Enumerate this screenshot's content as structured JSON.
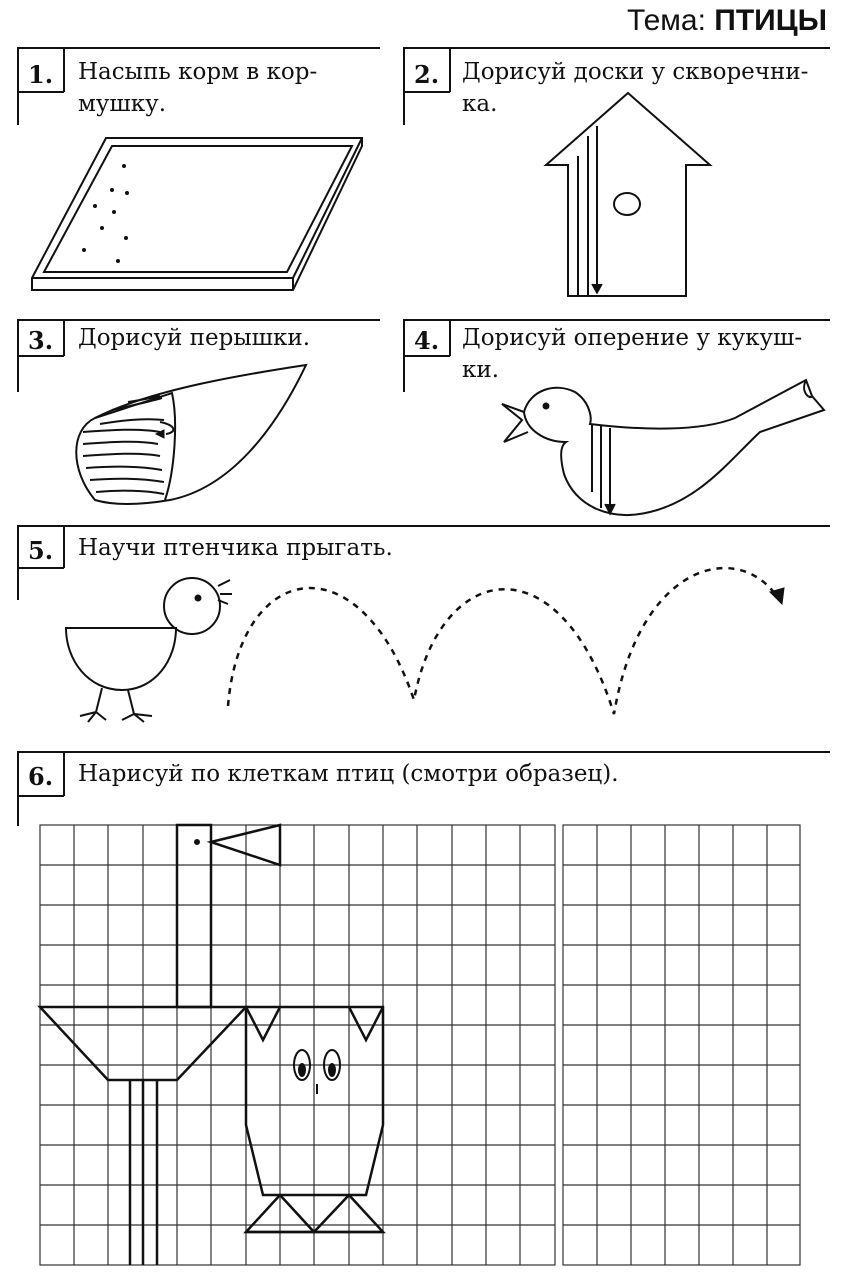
{
  "header": {
    "topic_label": "Тема:",
    "topic_value": "ПТИЦЫ"
  },
  "tasks": [
    {
      "number": "1.",
      "line1": "Насыпь корм в кор-",
      "line2": "мушку."
    },
    {
      "number": "2.",
      "line1": "Дорисуй доски у скворечни-",
      "line2": "ка."
    },
    {
      "number": "3.",
      "line1": "Дорисуй перышки.",
      "line2": ""
    },
    {
      "number": "4.",
      "line1": "Дорисуй оперение у кукуш-",
      "line2": "ки."
    },
    {
      "number": "5.",
      "line1": "Научи птенчика прыгать.",
      "line2": ""
    },
    {
      "number": "6.",
      "line1": "Нарисуй по клеткам птиц (смотри образец).",
      "line2": ""
    }
  ]
}
